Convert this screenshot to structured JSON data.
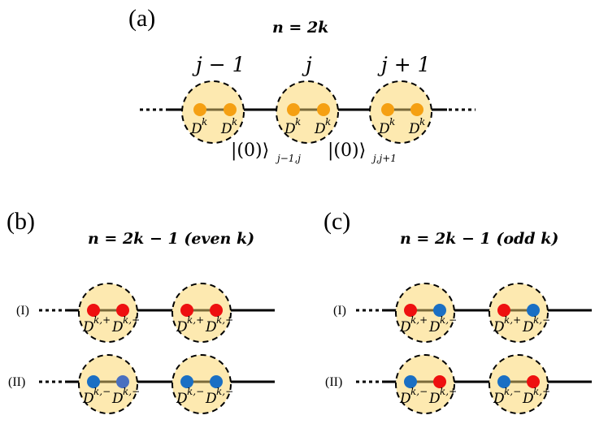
{
  "colors": {
    "site_fill": "#fde9b0",
    "orange": "#f5a013",
    "red": "#ee1010",
    "blue": "#1a6fc4",
    "blue_alt": "#4a70c0"
  },
  "panel_a": {
    "label": "(a)",
    "title": "n = 2k",
    "site_labels": [
      "j − 1",
      "j",
      "j + 1"
    ],
    "particle_label": "D",
    "particle_sup": "k",
    "state_left": "|(0)⟩",
    "state_left_sub": "j−1,j",
    "state_right": "|(0)⟩",
    "state_right_sub": "j,j+1"
  },
  "panel_b": {
    "label": "(b)",
    "title_math": "n = 2k − 1",
    "title_text": " (even ",
    "title_k": "k",
    "title_close": ")",
    "rows": [
      {
        "label": "(I)",
        "particles": [
          {
            "sup": "k,+",
            "color": "red"
          },
          {
            "sup": "k,+",
            "color": "red"
          },
          {
            "sup": "k,+",
            "color": "red"
          },
          {
            "sup": "k,+",
            "color": "red"
          }
        ]
      },
      {
        "label": "(II)",
        "particles": [
          {
            "sup": "k,−",
            "color": "blue"
          },
          {
            "sup": "k,−",
            "color": "blue_alt"
          },
          {
            "sup": "k,−",
            "color": "blue"
          },
          {
            "sup": "k,−",
            "color": "blue"
          }
        ]
      }
    ]
  },
  "panel_c": {
    "label": "(c)",
    "title_math": "n = 2k − 1",
    "title_text": " (odd ",
    "title_k": "k",
    "title_close": ")",
    "rows": [
      {
        "label": "(I)",
        "particles": [
          {
            "sup": "k,+",
            "color": "red"
          },
          {
            "sup": "k,−",
            "color": "blue"
          },
          {
            "sup": "k,+",
            "color": "red"
          },
          {
            "sup": "k,−",
            "color": "blue"
          }
        ]
      },
      {
        "label": "(II)",
        "particles": [
          {
            "sup": "k,−",
            "color": "blue"
          },
          {
            "sup": "k,+",
            "color": "red"
          },
          {
            "sup": "k,−",
            "color": "blue"
          },
          {
            "sup": "k,+",
            "color": "red"
          }
        ]
      }
    ]
  }
}
